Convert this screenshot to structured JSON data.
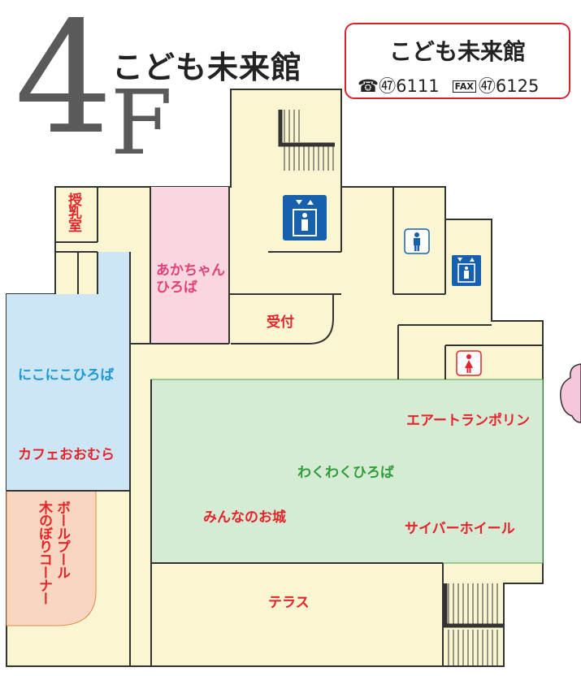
{
  "header": {
    "floor_number": "4",
    "floor_letter": "F",
    "facility_name": "こども未来館"
  },
  "contact": {
    "name": "こども未来館",
    "tel_prefix": "☎㊼",
    "tel_number": "6111",
    "fax_label": "FAX",
    "fax_prefix": "㊼",
    "fax_number": "6125"
  },
  "rooms": {
    "nursing_room": "授乳室",
    "baby_plaza_line1": "あかちゃん",
    "baby_plaza_line2": "ひろば",
    "reception": "受付",
    "niko_plaza": "にこにこひろば",
    "cafe": "カフェおおむら",
    "ball_pool": "ボールプール",
    "tree_climbing": "木のぼりコーナー",
    "trampoline": "エアートランポリン",
    "wakuwaku_plaza": "わくわくひろば",
    "castle": "みんなのお城",
    "cyber_wheel": "サイバーホイール",
    "terrace": "テラス"
  },
  "colors": {
    "corridor": "#fbf6d2",
    "baby_plaza": "#fad7de",
    "niko_plaza": "#cde6f6",
    "ball_pool": "#f9d6c0",
    "wakuwaku_plaza": "#d6ebd4",
    "wall": "#333333",
    "accent_red": "#e3242b",
    "accent_pink": "#e0417b",
    "accent_blue": "#1b9ad6",
    "accent_green": "#2e9d3a",
    "elevator_blue": "#1660ad"
  },
  "icons": [
    "elevator-icon",
    "mens-restroom-icon",
    "womens-restroom-icon",
    "stairs-icon",
    "telephone-icon",
    "fax-icon",
    "character-mascot"
  ]
}
